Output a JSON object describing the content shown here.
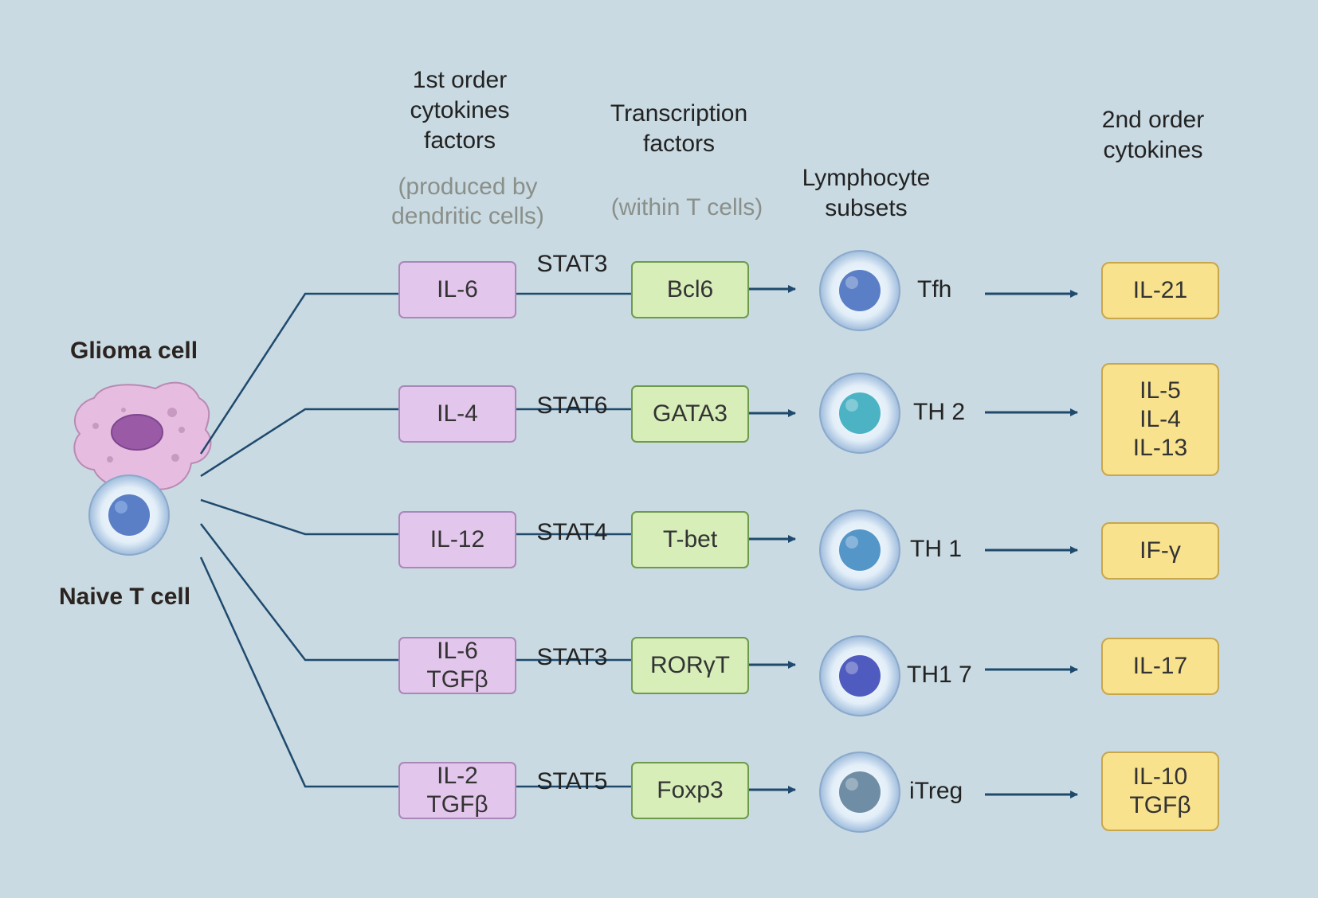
{
  "headers": {
    "first_order": "1st order\ncytokines\nfactors",
    "first_order_sub": "(produced by\ndendritic cells)",
    "transcription": "Transcription\nfactors",
    "transcription_sub": "(within T cells)",
    "lymphocyte": "Lymphocyte\nsubsets",
    "second_order": "2nd order\ncytokines"
  },
  "cells": {
    "glioma_label": "Glioma cell",
    "naive_label": "Naive T cell"
  },
  "pathways": [
    {
      "cytokine": "IL-6",
      "stat": "STAT3",
      "tf": "Bcl6",
      "subset": "Tfh",
      "output": "IL-21",
      "nucleus_color": "#5b7fc6"
    },
    {
      "cytokine": "IL-4",
      "stat": "STAT6",
      "tf": "GATA3",
      "subset": "TH 2",
      "output": "IL-5\nIL-4\nIL-13",
      "nucleus_color": "#4cb3c4"
    },
    {
      "cytokine": "IL-12",
      "stat": "STAT4",
      "tf": "T-bet",
      "subset": "TH 1",
      "output": "IF-γ",
      "nucleus_color": "#5596c9"
    },
    {
      "cytokine": "IL-6\nTGFβ",
      "stat": "STAT3",
      "tf": "RORγT",
      "subset": "TH1 7",
      "output": "IL-17",
      "nucleus_color": "#4f5bbf"
    },
    {
      "cytokine": "IL-2\nTGFβ",
      "stat": "STAT5",
      "tf": "Foxp3",
      "subset": "iTreg",
      "output": "IL-10\nTGFβ",
      "nucleus_color": "#6f8ea5"
    }
  ],
  "colors": {
    "line": "#1f4a6e",
    "cyto_fill": "#e3c6ec",
    "tf_fill": "#d7eeb9",
    "second_fill": "#f8e28e",
    "glioma_fill": "#e8bfe0",
    "glioma_nucleus": "#9d5aa8"
  }
}
